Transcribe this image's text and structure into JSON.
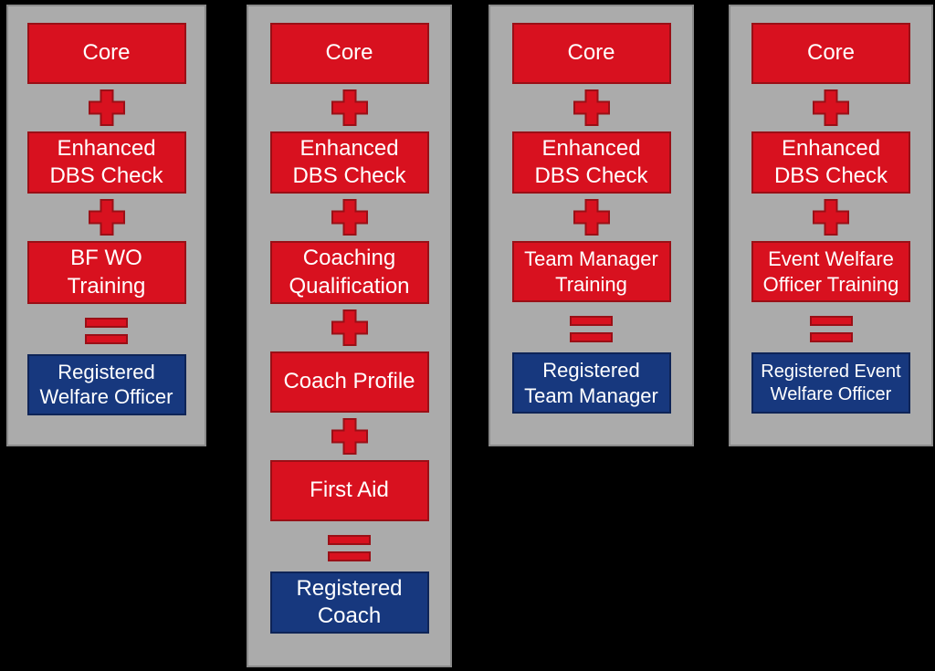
{
  "colors": {
    "background": "#000000",
    "panel_fill": "#ABABAB",
    "panel_border": "#8A8A8A",
    "red_fill": "#D8111F",
    "red_border": "#9A0F16",
    "blue_fill": "#17387E",
    "blue_border": "#0E2457",
    "text": "#FFFFFF"
  },
  "icons": {
    "plus": "plus-icon",
    "equals": "equals-icon"
  },
  "columns": [
    {
      "name": "welfare-officer-pathway",
      "items": [
        {
          "kind": "box",
          "style": "red",
          "lines": [
            "Core"
          ]
        },
        {
          "kind": "plus"
        },
        {
          "kind": "box",
          "style": "red",
          "lines": [
            "Enhanced",
            "DBS Check"
          ]
        },
        {
          "kind": "plus"
        },
        {
          "kind": "box",
          "style": "red",
          "lines": [
            "BF WO",
            "Training"
          ]
        },
        {
          "kind": "equals"
        },
        {
          "kind": "box",
          "style": "blue",
          "lines": [
            "Registered",
            "Welfare Officer"
          ]
        }
      ]
    },
    {
      "name": "coach-pathway",
      "items": [
        {
          "kind": "box",
          "style": "red",
          "lines": [
            "Core"
          ]
        },
        {
          "kind": "plus"
        },
        {
          "kind": "box",
          "style": "red",
          "lines": [
            "Enhanced",
            "DBS Check"
          ]
        },
        {
          "kind": "plus"
        },
        {
          "kind": "box",
          "style": "red",
          "lines": [
            "Coaching",
            "Qualification"
          ]
        },
        {
          "kind": "plus"
        },
        {
          "kind": "box",
          "style": "red",
          "lines": [
            "Coach Profile"
          ]
        },
        {
          "kind": "plus"
        },
        {
          "kind": "box",
          "style": "red",
          "lines": [
            "First Aid"
          ]
        },
        {
          "kind": "equals"
        },
        {
          "kind": "box",
          "style": "blue",
          "lines": [
            "Registered",
            "Coach"
          ]
        }
      ]
    },
    {
      "name": "team-manager-pathway",
      "items": [
        {
          "kind": "box",
          "style": "red",
          "lines": [
            "Core"
          ]
        },
        {
          "kind": "plus"
        },
        {
          "kind": "box",
          "style": "red",
          "lines": [
            "Enhanced",
            "DBS Check"
          ]
        },
        {
          "kind": "plus"
        },
        {
          "kind": "box",
          "style": "red",
          "lines": [
            "Team Manager",
            "Training"
          ]
        },
        {
          "kind": "equals"
        },
        {
          "kind": "box",
          "style": "blue",
          "lines": [
            "Registered",
            "Team Manager"
          ]
        }
      ]
    },
    {
      "name": "event-welfare-officer-pathway",
      "items": [
        {
          "kind": "box",
          "style": "red",
          "lines": [
            "Core"
          ]
        },
        {
          "kind": "plus"
        },
        {
          "kind": "box",
          "style": "red",
          "lines": [
            "Enhanced",
            "DBS Check"
          ]
        },
        {
          "kind": "plus"
        },
        {
          "kind": "box",
          "style": "red",
          "lines": [
            "Event Welfare",
            "Officer Training"
          ]
        },
        {
          "kind": "equals"
        },
        {
          "kind": "box",
          "style": "blue",
          "lines": [
            "Registered Event",
            "Welfare Officer"
          ]
        }
      ]
    }
  ]
}
